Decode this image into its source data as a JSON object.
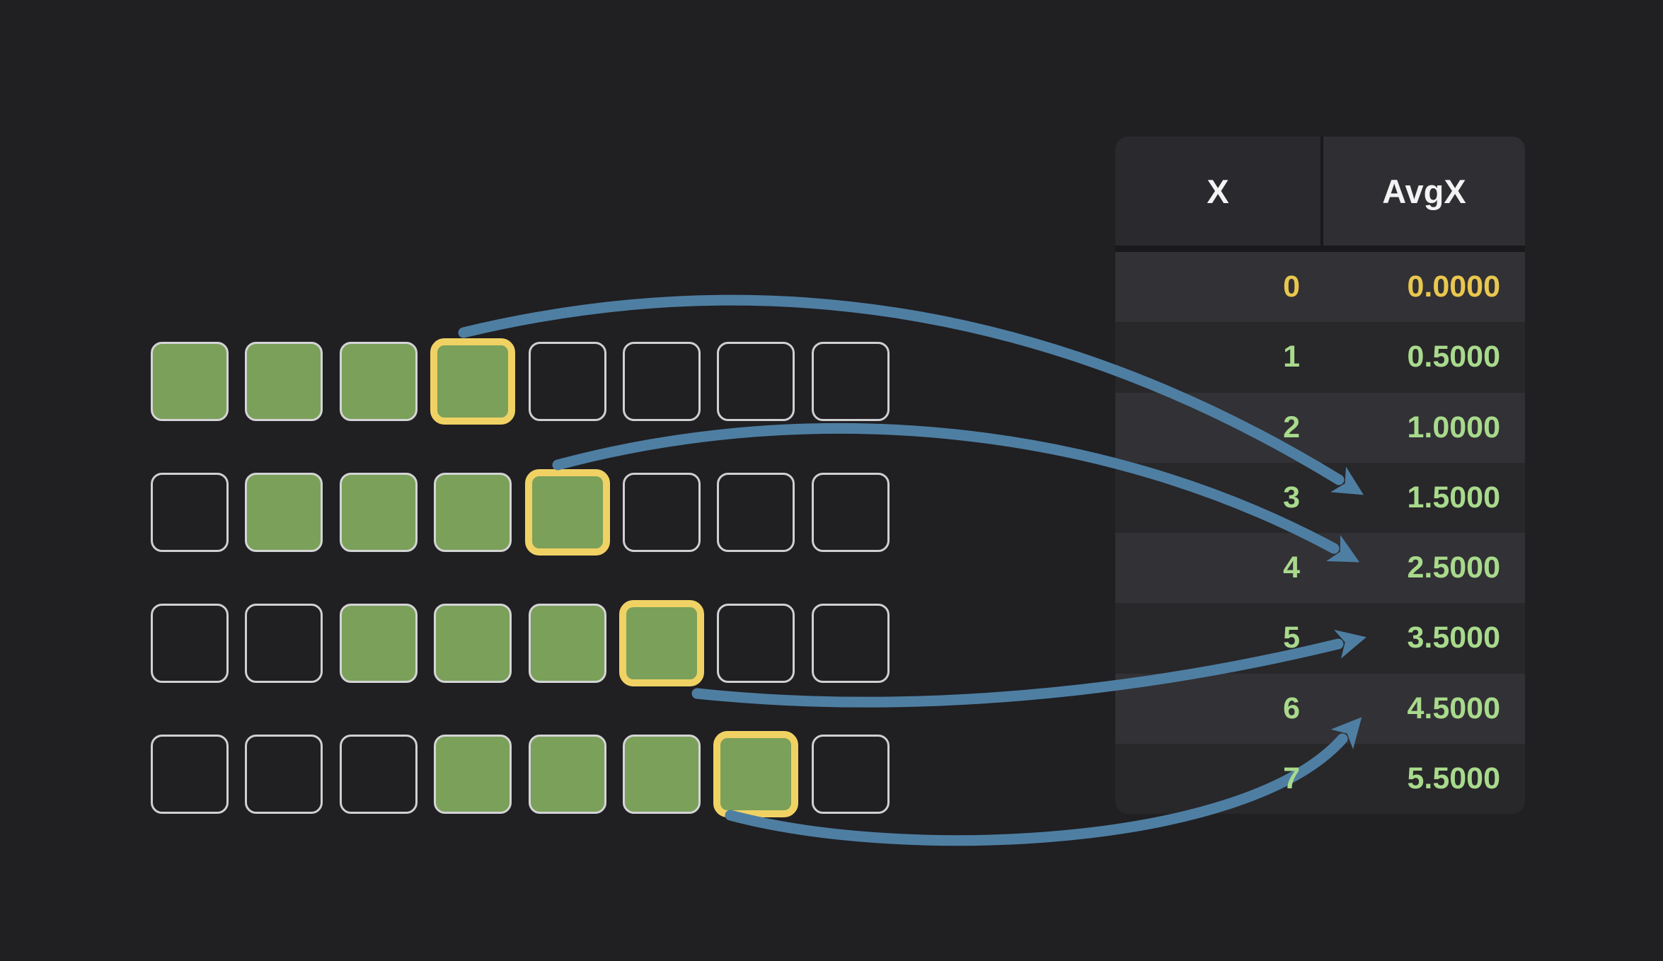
{
  "page": {
    "background_color": "#201f22",
    "description": "Sliding window average visualization: 4 rows of 8 cells with a moving 4-cell window; arrows map each window end to its running average in the table"
  },
  "grid": {
    "rows": [
      {
        "cells": [
          "filled",
          "filled",
          "filled",
          "highlight",
          "empty",
          "empty",
          "empty",
          "empty"
        ]
      },
      {
        "cells": [
          "empty",
          "filled",
          "filled",
          "filled",
          "highlight",
          "empty",
          "empty",
          "empty"
        ]
      },
      {
        "cells": [
          "empty",
          "empty",
          "filled",
          "filled",
          "filled",
          "highlight",
          "empty",
          "empty"
        ]
      },
      {
        "cells": [
          "empty",
          "empty",
          "empty",
          "filled",
          "filled",
          "filled",
          "highlight",
          "empty"
        ]
      }
    ],
    "colors": {
      "filled_fill": "#7ba05a",
      "cell_border": "#d0d0d3",
      "highlight_border": "#f0d264"
    }
  },
  "table": {
    "columns": {
      "x": "X",
      "avg": "AvgX"
    },
    "rows": [
      {
        "x": "0",
        "avg": "0.0000",
        "color": "gold",
        "shade": "light"
      },
      {
        "x": "1",
        "avg": "0.5000",
        "color": "green",
        "shade": "dark"
      },
      {
        "x": "2",
        "avg": "1.0000",
        "color": "green",
        "shade": "light"
      },
      {
        "x": "3",
        "avg": "1.5000",
        "color": "green",
        "shade": "dark"
      },
      {
        "x": "4",
        "avg": "2.5000",
        "color": "green",
        "shade": "light"
      },
      {
        "x": "5",
        "avg": "3.5000",
        "color": "green",
        "shade": "dark"
      },
      {
        "x": "6",
        "avg": "4.5000",
        "color": "green",
        "shade": "light"
      },
      {
        "x": "7",
        "avg": "5.5000",
        "color": "green",
        "shade": "dark"
      }
    ],
    "colors": {
      "header_text": "#f3f3f3",
      "value_green": "#a8da8c",
      "value_gold": "#e9c74f",
      "row_light": "#323135",
      "row_dark": "#28272a",
      "table_bg": "#29282b",
      "separator": "#19181b"
    }
  },
  "arrows": {
    "color": "#4e7fa3",
    "links": [
      {
        "from_grid_row": 0,
        "to_x": "3",
        "to_avg": "1.5000"
      },
      {
        "from_grid_row": 1,
        "to_x": "4",
        "to_avg": "2.5000"
      },
      {
        "from_grid_row": 2,
        "to_x": "5",
        "to_avg": "3.5000"
      },
      {
        "from_grid_row": 3,
        "to_x": "6",
        "to_avg": "4.5000"
      }
    ]
  }
}
